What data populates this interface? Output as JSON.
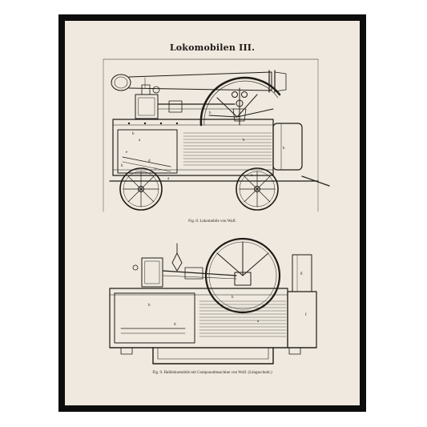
{
  "plate": {
    "title": "Lokomobilen III.",
    "figure1": {
      "caption": "Fig. 8.  Lokomobile von Wolf.",
      "labels": [
        "h",
        "a",
        "h",
        "d",
        "e",
        "c",
        "b",
        "a",
        "b",
        "h",
        "a"
      ]
    },
    "figure2": {
      "caption": "Fig. 9.  Halblokomobile mit Compoundmaschine von Wolf.  (Längsschnitt.)",
      "labels": [
        "b",
        "h",
        "a",
        "d",
        "g",
        "f"
      ]
    }
  },
  "colors": {
    "frame": "#0d0d0d",
    "mat": "#efe9df",
    "ink": "#1f1c18"
  }
}
